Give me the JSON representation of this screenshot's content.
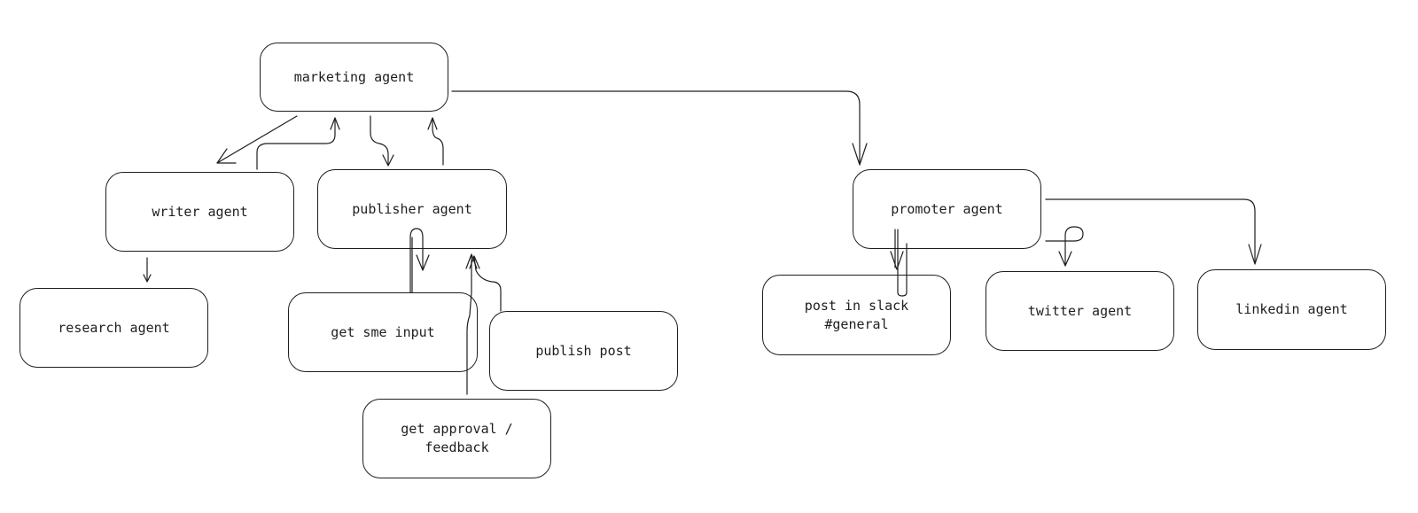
{
  "diagram": {
    "nodes": [
      {
        "id": "marketing",
        "label": "marketing agent"
      },
      {
        "id": "writer",
        "label": "writer agent"
      },
      {
        "id": "publisher",
        "label": "publisher agent"
      },
      {
        "id": "research",
        "label": "research agent"
      },
      {
        "id": "sme",
        "label": "get sme input"
      },
      {
        "id": "publish_post",
        "label": "publish post"
      },
      {
        "id": "approval",
        "label": "get approval /\nfeedback"
      },
      {
        "id": "promoter",
        "label": "promoter agent"
      },
      {
        "id": "slack",
        "label": "post in slack\n#general"
      },
      {
        "id": "twitter",
        "label": "twitter agent"
      },
      {
        "id": "linkedin",
        "label": "linkedin agent"
      }
    ],
    "edges": [
      {
        "from": "marketing",
        "to": "writer"
      },
      {
        "from": "writer",
        "to": "marketing"
      },
      {
        "from": "marketing",
        "to": "publisher"
      },
      {
        "from": "publisher",
        "to": "marketing"
      },
      {
        "from": "marketing",
        "to": "promoter"
      },
      {
        "from": "writer",
        "to": "research"
      },
      {
        "from": "publisher",
        "to": "sme"
      },
      {
        "from": "sme",
        "to": "publisher"
      },
      {
        "from": "approval",
        "to": "publisher"
      },
      {
        "from": "publish_post",
        "to": "publisher"
      },
      {
        "from": "promoter",
        "to": "slack"
      },
      {
        "from": "promoter",
        "to": "twitter"
      },
      {
        "from": "promoter",
        "to": "linkedin"
      }
    ]
  }
}
